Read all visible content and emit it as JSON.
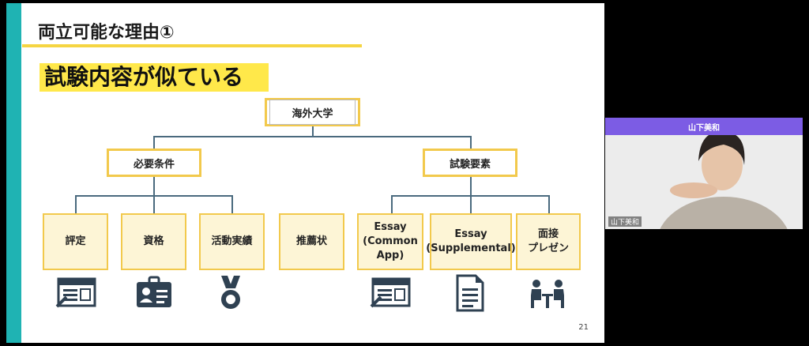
{
  "slide": {
    "title": "両立可能な理由①",
    "subtitle": "試験内容が似ている",
    "root": "海外大学",
    "left_group": "必要条件",
    "right_group": "試験要素",
    "leaves": [
      {
        "label": "評定"
      },
      {
        "label": "資格"
      },
      {
        "label": "活動実績"
      },
      {
        "label": "推薦状"
      },
      {
        "label": "Essay\n(Common\nApp)"
      },
      {
        "label": "Essay\n(Supplemental)"
      },
      {
        "label": "面接\nプレゼン"
      }
    ],
    "page_number": "21",
    "accent_color": "#f2c94c",
    "side_bar_color": "#1fb3b3"
  },
  "video": {
    "participant_name_header": "山下美和",
    "participant_name_caption": "山下美和",
    "header_color": "#7c5ce4"
  }
}
